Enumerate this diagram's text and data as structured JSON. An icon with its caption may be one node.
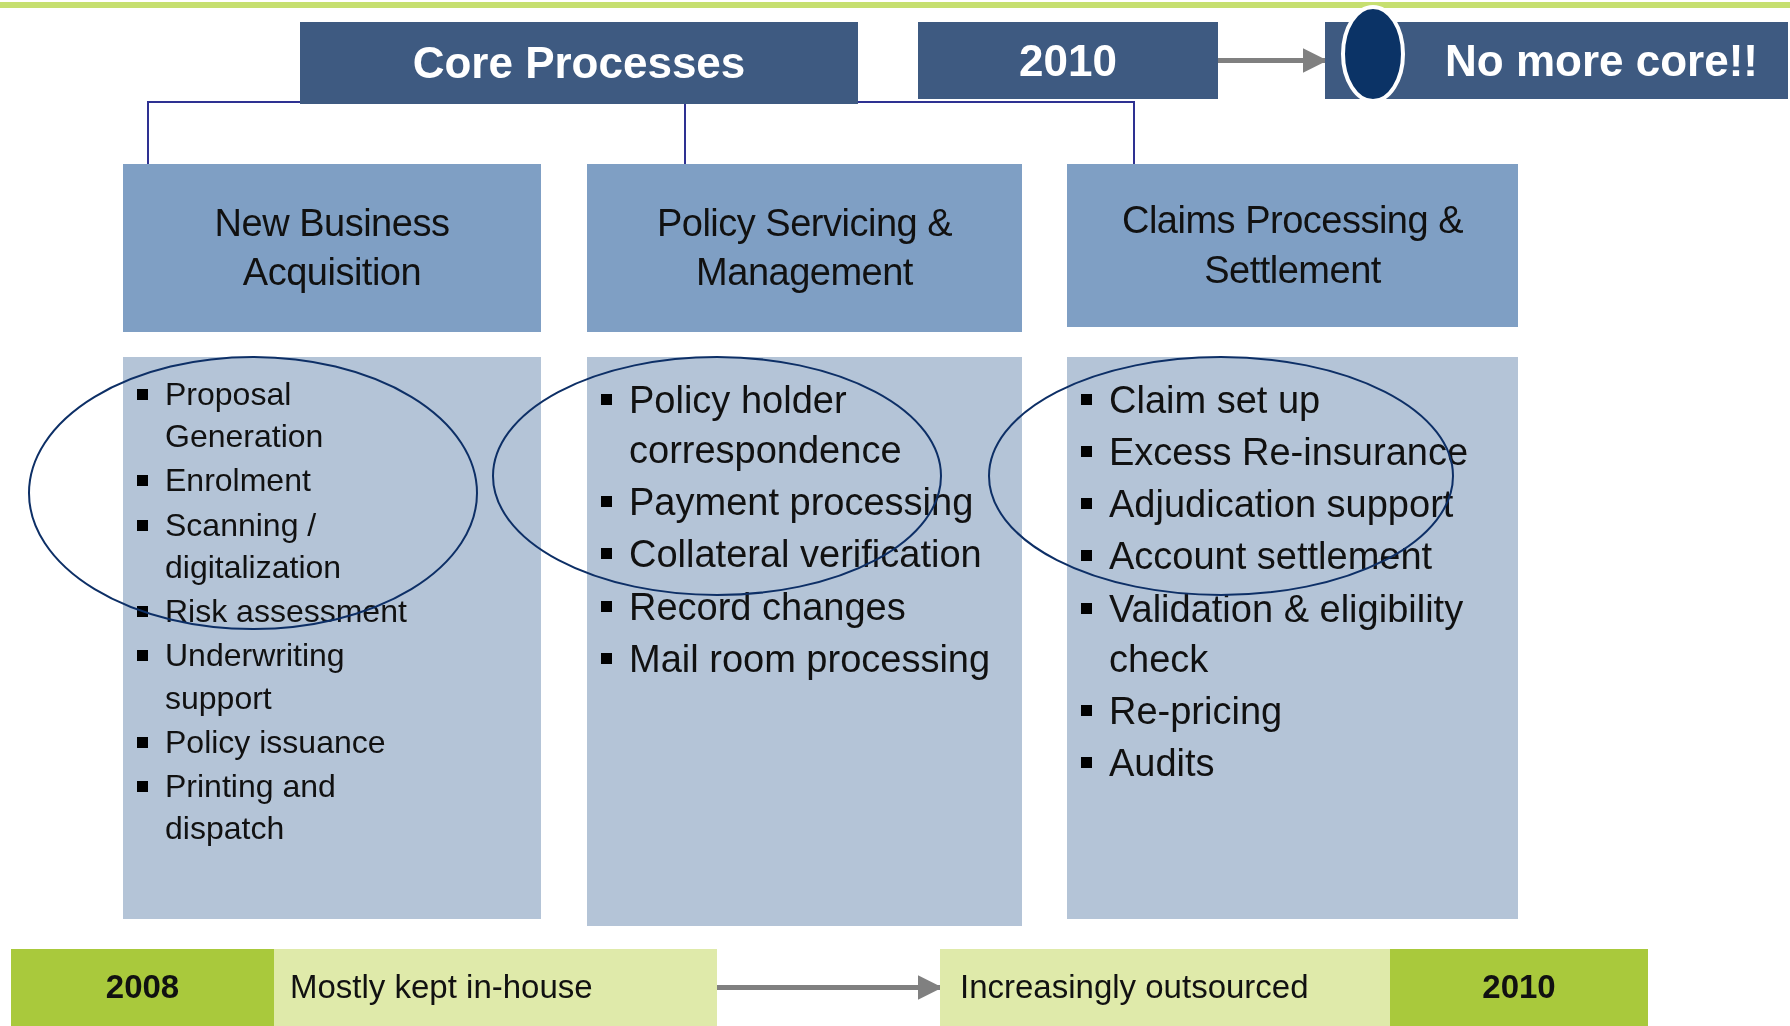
{
  "diagram": {
    "nodes": [
      {
        "text": [
          "Core Processes"
        ]
      },
      {
        "text": [
          "2010"
        ]
      },
      {
        "text": [
          "No more core!!"
        ]
      },
      {
        "text": [
          "New Business Acquisition"
        ]
      },
      {
        "text": [
          "Policy Servicing & Management"
        ]
      },
      {
        "text": [
          "Claims Processing & Settlement"
        ]
      },
      {
        "text": [
          "Proposal Generation",
          "Enrolment",
          "Scanning / digitalization",
          "Risk assessment",
          "Underwriting support",
          "Policy issuance",
          "Printing and dispatch"
        ]
      },
      {
        "text": [
          "Policy holder correspondence",
          "Payment processing",
          "Collateral verification",
          "Record changes",
          "Mail room processing"
        ]
      },
      {
        "text": [
          "Claim set up",
          "Excess Re-insurance",
          "Adjudication support",
          "Account  settlement",
          "Validation & eligibility check",
          "Re-pricing",
          "Audits"
        ]
      },
      {
        "text": [
          "2008"
        ]
      },
      {
        "text": [
          "Mostly kept in-house"
        ]
      },
      {
        "text": [
          "Increasingly outsourced"
        ]
      },
      {
        "text": [
          "2010"
        ]
      },
      {
        "text": [],
        "shape": "circle"
      }
    ],
    "edges": [
      {
        "from": 0,
        "to": 3,
        "arrow": "none"
      },
      {
        "from": 0,
        "to": 4,
        "arrow": "none"
      },
      {
        "from": 0,
        "to": 5,
        "arrow": "none"
      },
      {
        "from": 1,
        "to": 2,
        "arrow": "to",
        "style": "thick",
        "color": "#808080"
      },
      {
        "from": 10,
        "to": 11,
        "arrow": "to",
        "style": "thick",
        "color": "#808080"
      }
    ]
  }
}
